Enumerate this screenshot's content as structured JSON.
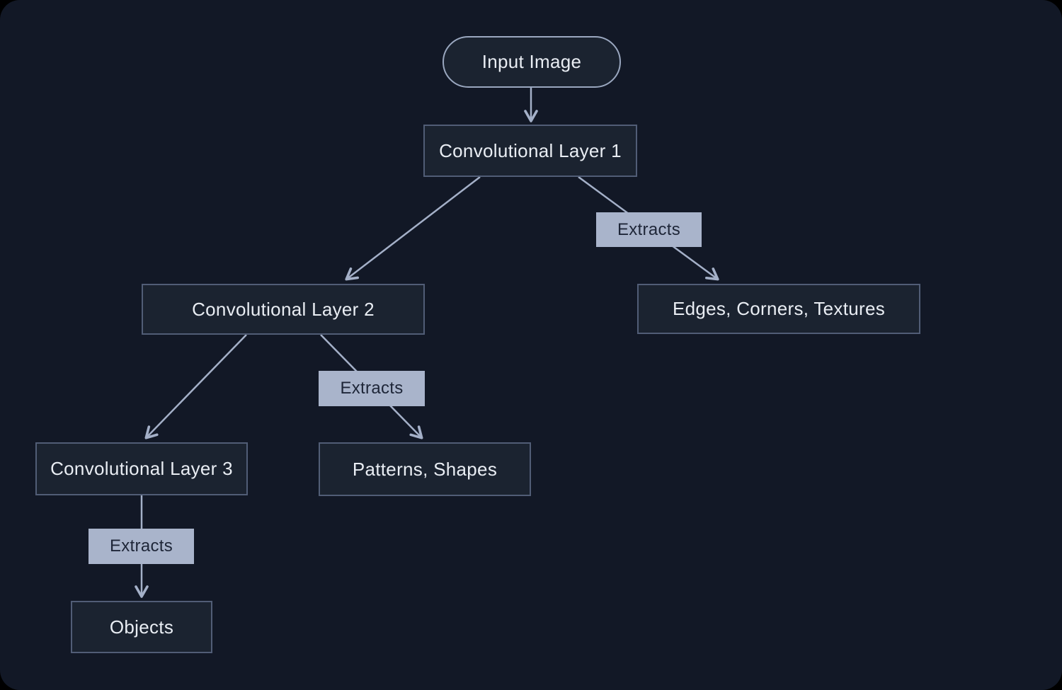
{
  "diagram": {
    "type": "flowchart",
    "direction": "top-down",
    "title": "",
    "nodes": [
      {
        "id": "input",
        "label": "Input Image",
        "shape": "pill"
      },
      {
        "id": "conv1",
        "label": "Convolutional Layer 1",
        "shape": "rect"
      },
      {
        "id": "conv2",
        "label": "Convolutional Layer 2",
        "shape": "rect"
      },
      {
        "id": "edges",
        "label": "Edges, Corners, Textures",
        "shape": "rect"
      },
      {
        "id": "conv3",
        "label": "Convolutional Layer 3",
        "shape": "rect"
      },
      {
        "id": "patterns",
        "label": "Patterns, Shapes",
        "shape": "rect"
      },
      {
        "id": "objects",
        "label": "Objects",
        "shape": "rect"
      }
    ],
    "edges": [
      {
        "from": "input",
        "to": "conv1",
        "label": ""
      },
      {
        "from": "conv1",
        "to": "conv2",
        "label": ""
      },
      {
        "from": "conv1",
        "to": "edges",
        "label": "Extracts"
      },
      {
        "from": "conv2",
        "to": "conv3",
        "label": ""
      },
      {
        "from": "conv2",
        "to": "patterns",
        "label": "Extracts"
      },
      {
        "from": "conv3",
        "to": "objects",
        "label": "Extracts"
      }
    ],
    "colors": {
      "canvas_bg": "#121826",
      "node_fill": "#1b2330",
      "node_border": "#515d76",
      "pill_border": "#9aa7bf",
      "node_text": "#e9edf3",
      "edge_line": "#a4b0c8",
      "edge_label_bg": "#a9b4cb",
      "edge_label_text": "#1e2638"
    }
  }
}
